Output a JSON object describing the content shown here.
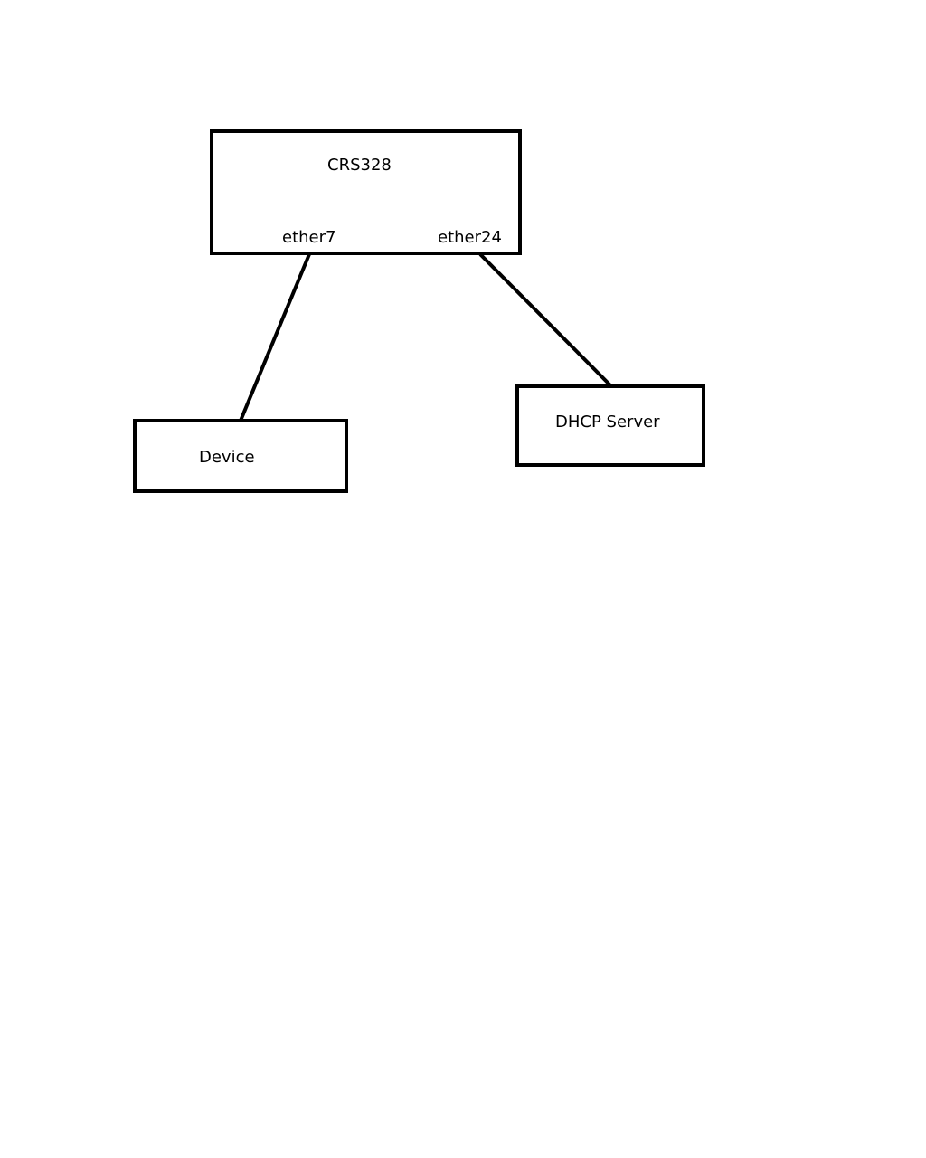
{
  "diagram": {
    "nodes": {
      "switch": {
        "label": "CRS328",
        "ports": {
          "left": "ether7",
          "right": "ether24"
        }
      },
      "device": {
        "label": "Device"
      },
      "dhcp": {
        "label": "DHCP Server"
      }
    },
    "edges": [
      {
        "from": "switch.ether7",
        "to": "device"
      },
      {
        "from": "switch.ether24",
        "to": "dhcp"
      }
    ],
    "colors": {
      "stroke": "#000000",
      "background": "#ffffff"
    }
  }
}
